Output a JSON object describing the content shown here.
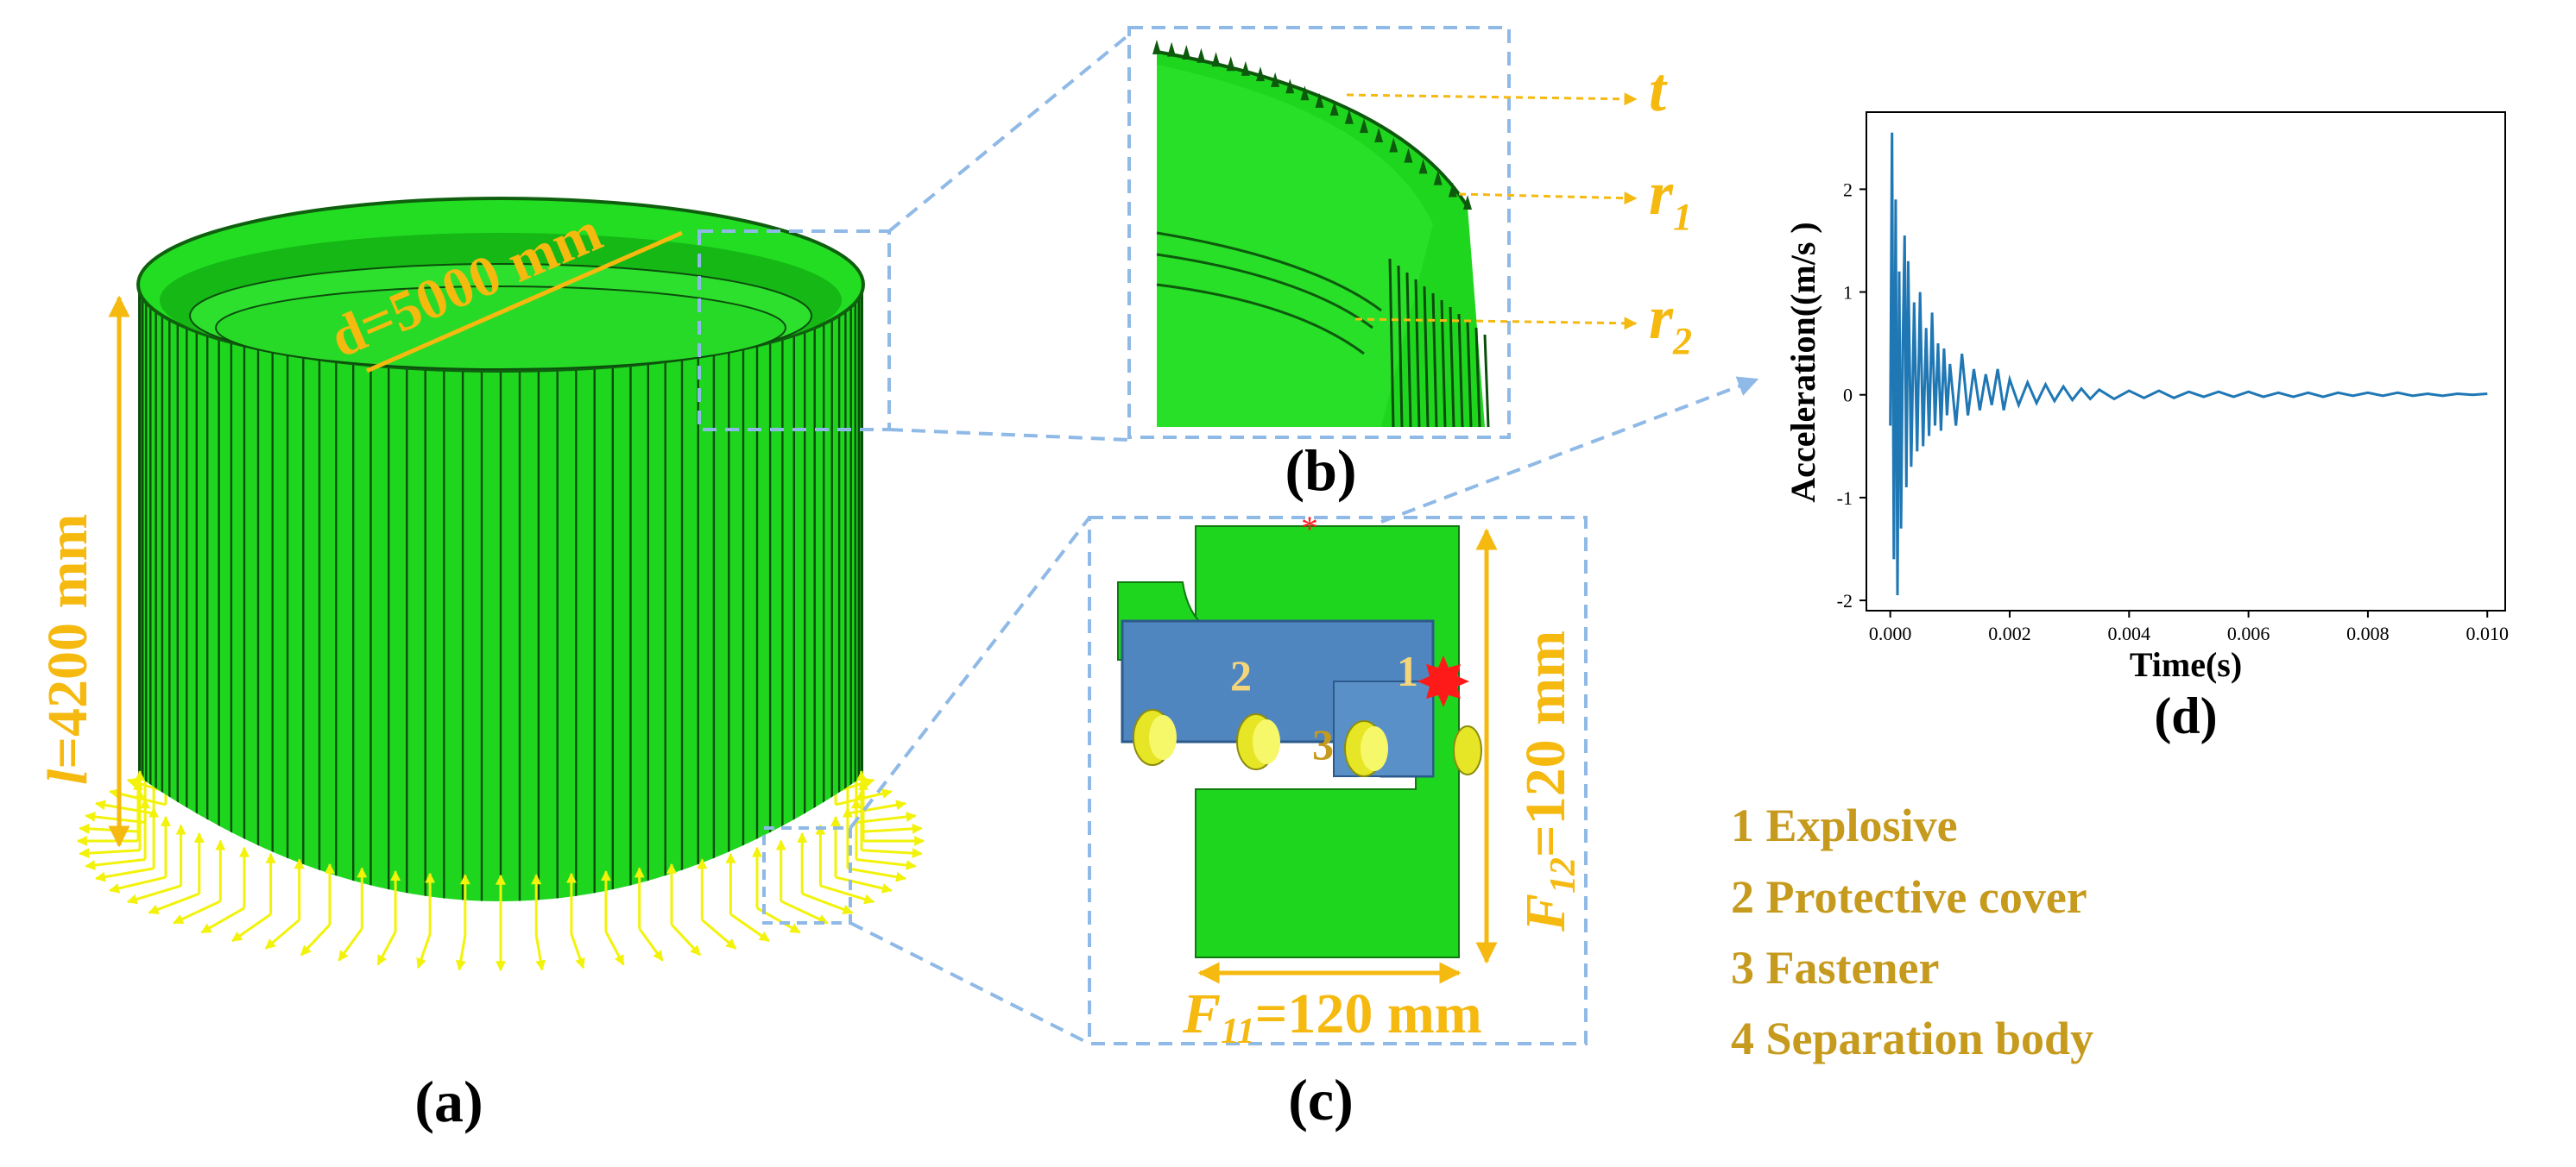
{
  "panels": {
    "a": {
      "label": "(a)",
      "diameter_label": "d=5000 mm",
      "length_label_italic": "l",
      "length_label_rest": "=4200 mm"
    },
    "b": {
      "label": "(b)",
      "t_label": "t",
      "r1_main": "r",
      "r1_sub": "1",
      "r2_main": "r",
      "r2_sub": "2"
    },
    "c": {
      "label": "(c)",
      "f11_main": "F",
      "f11_sub": "11",
      "f11_rest": "=120 mm",
      "f12_main": "F",
      "f12_sub": "12",
      "f12_rest": "=120 mm",
      "part1": "1",
      "part2": "2",
      "part3": "3"
    },
    "d": {
      "label": "(d)"
    }
  },
  "legend": [
    "1 Explosive",
    "2 Protective cover",
    "3 Fastener",
    "4 Separation body"
  ],
  "colors": {
    "shell_green": "#1fd61f",
    "dim_orange": "#f5b90f",
    "legend_gold": "#c69a1d",
    "cover_blue": "#4f86c0",
    "fastener_yellow": "#e6e626",
    "arrow_yellow": "#f2f20a",
    "dashed_blue": "#8fb9e6",
    "series_blue": "#1f77b4"
  },
  "chart_data": {
    "type": "line",
    "xlabel": "Time(s)",
    "ylabel": "Acceleration((m/s )",
    "xlim": [
      -0.0004,
      0.0103
    ],
    "ylim": [
      -2.1,
      2.75
    ],
    "xticks": [
      0.0,
      0.002,
      0.004,
      0.006,
      0.008,
      0.01
    ],
    "xtick_labels": [
      "0.000",
      "0.002",
      "0.004",
      "0.006",
      "0.008",
      "0.010"
    ],
    "yticks": [
      -2,
      -1,
      0,
      1,
      2
    ],
    "ytick_labels": [
      "-2",
      "-1",
      "0",
      "1",
      "2"
    ],
    "series": [
      {
        "x": [
          0.0,
          3e-05,
          6e-05,
          9e-05,
          0.00012,
          0.00015,
          0.00018,
          0.00021,
          0.00024,
          0.00027,
          0.0003,
          0.00035,
          0.0004,
          0.00045,
          0.0005,
          0.00055,
          0.0006,
          0.00065,
          0.0007,
          0.00075,
          0.0008,
          0.00085,
          0.0009,
          0.00095,
          0.001,
          0.0011,
          0.0012,
          0.0013,
          0.0014,
          0.0015,
          0.0016,
          0.0017,
          0.0018,
          0.0019,
          0.002,
          0.00215,
          0.0023,
          0.00245,
          0.0026,
          0.00275,
          0.0029,
          0.00305,
          0.0032,
          0.00335,
          0.0035,
          0.00375,
          0.004,
          0.00425,
          0.0045,
          0.00475,
          0.005,
          0.00525,
          0.0055,
          0.00575,
          0.006,
          0.00625,
          0.0065,
          0.00675,
          0.007,
          0.00725,
          0.0075,
          0.00775,
          0.008,
          0.00825,
          0.0085,
          0.00875,
          0.009,
          0.00925,
          0.0095,
          0.00975,
          0.01
        ],
        "y": [
          -0.3,
          2.55,
          -1.6,
          1.9,
          -1.95,
          1.2,
          -1.3,
          0.5,
          1.55,
          -0.9,
          1.3,
          -0.7,
          0.9,
          -0.55,
          1.0,
          -0.5,
          0.65,
          -0.4,
          0.8,
          -0.3,
          0.5,
          -0.35,
          0.45,
          -0.2,
          0.3,
          -0.3,
          0.4,
          -0.2,
          0.25,
          -0.15,
          0.2,
          -0.1,
          0.25,
          -0.15,
          0.15,
          -0.1,
          0.12,
          -0.08,
          0.1,
          -0.06,
          0.08,
          -0.05,
          0.06,
          -0.04,
          0.05,
          -0.04,
          0.04,
          -0.03,
          0.04,
          -0.03,
          0.03,
          -0.02,
          0.03,
          -0.02,
          0.03,
          -0.02,
          0.02,
          -0.02,
          0.02,
          -0.02,
          0.02,
          -0.01,
          0.02,
          -0.01,
          0.02,
          -0.01,
          0.01,
          -0.01,
          0.01,
          0.0,
          0.01
        ]
      }
    ]
  }
}
